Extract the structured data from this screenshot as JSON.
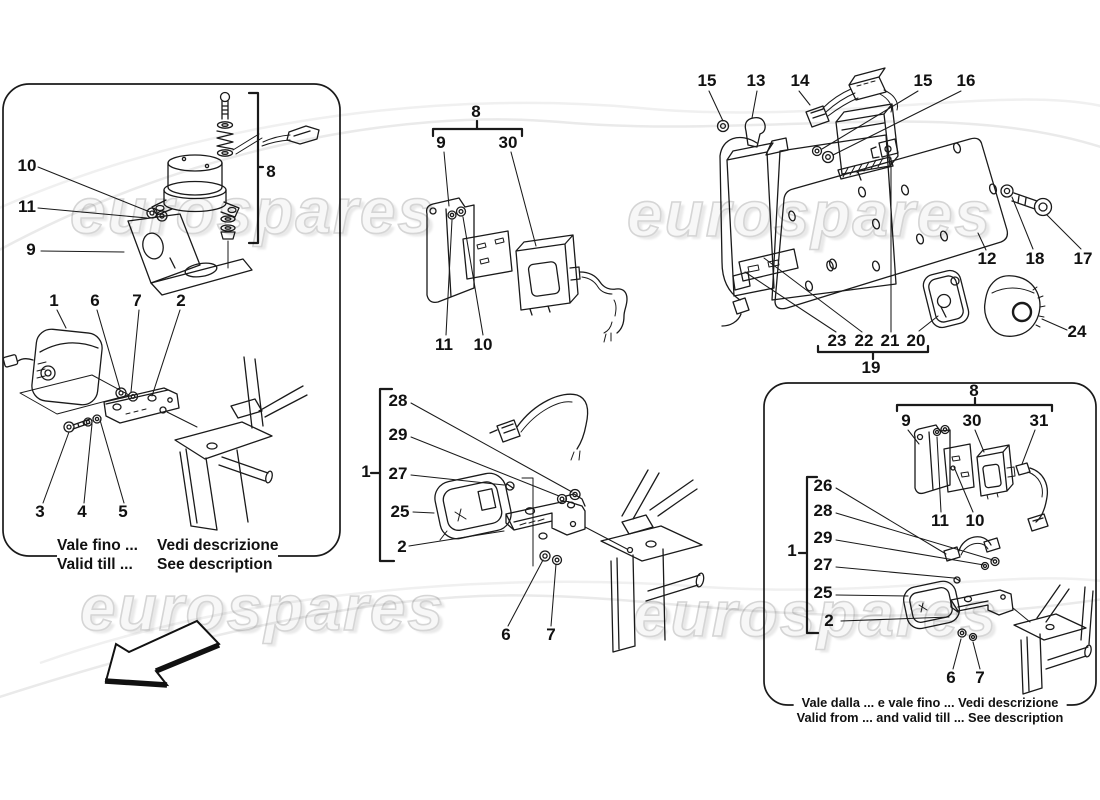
{
  "watermark": {
    "text": "eurospares"
  },
  "colors": {
    "line": "#1a1a1a",
    "watermark_stroke": "#d5d5d5",
    "background": "#ffffff"
  },
  "callouts": {
    "tl_10": "10",
    "tl_11": "11",
    "tl_9": "9",
    "tl_8": "8",
    "tl_1": "1",
    "tl_6": "6",
    "tl_7": "7",
    "tl_2": "2",
    "tl_3": "3",
    "tl_4": "4",
    "tl_5": "5",
    "ct_8": "8",
    "ct_9": "9",
    "ct_30": "30",
    "ct_11": "11",
    "ct_10": "10",
    "tr_15a": "15",
    "tr_13": "13",
    "tr_14": "14",
    "tr_15b": "15",
    "tr_16": "16",
    "tr_12": "12",
    "tr_18": "18",
    "tr_17": "17",
    "tr_23": "23",
    "tr_22": "22",
    "tr_21": "21",
    "tr_20": "20",
    "tr_19": "19",
    "tr_24": "24",
    "cb_1": "1",
    "cb_28": "28",
    "cb_29": "29",
    "cb_27": "27",
    "cb_25": "25",
    "cb_2": "2",
    "cb_6": "6",
    "cb_7": "7",
    "br_8": "8",
    "br_9": "9",
    "br_30": "30",
    "br_31": "31",
    "br_11": "11",
    "br_10": "10",
    "br_1": "1",
    "br_26": "26",
    "br_28": "28",
    "br_29": "29",
    "br_27": "27",
    "br_25": "25",
    "br_2": "2",
    "br_6": "6",
    "br_7": "7"
  },
  "captions": {
    "left_box": {
      "it_left": "Vale fino ...",
      "it_right": "Vedi descrizione",
      "en_left": "Valid till ...",
      "en_right": "See description"
    },
    "right_box": {
      "it": "Vale dalla ... e vale fino ... Vedi descrizione",
      "en": "Valid from ... and valid till ... See description"
    }
  }
}
